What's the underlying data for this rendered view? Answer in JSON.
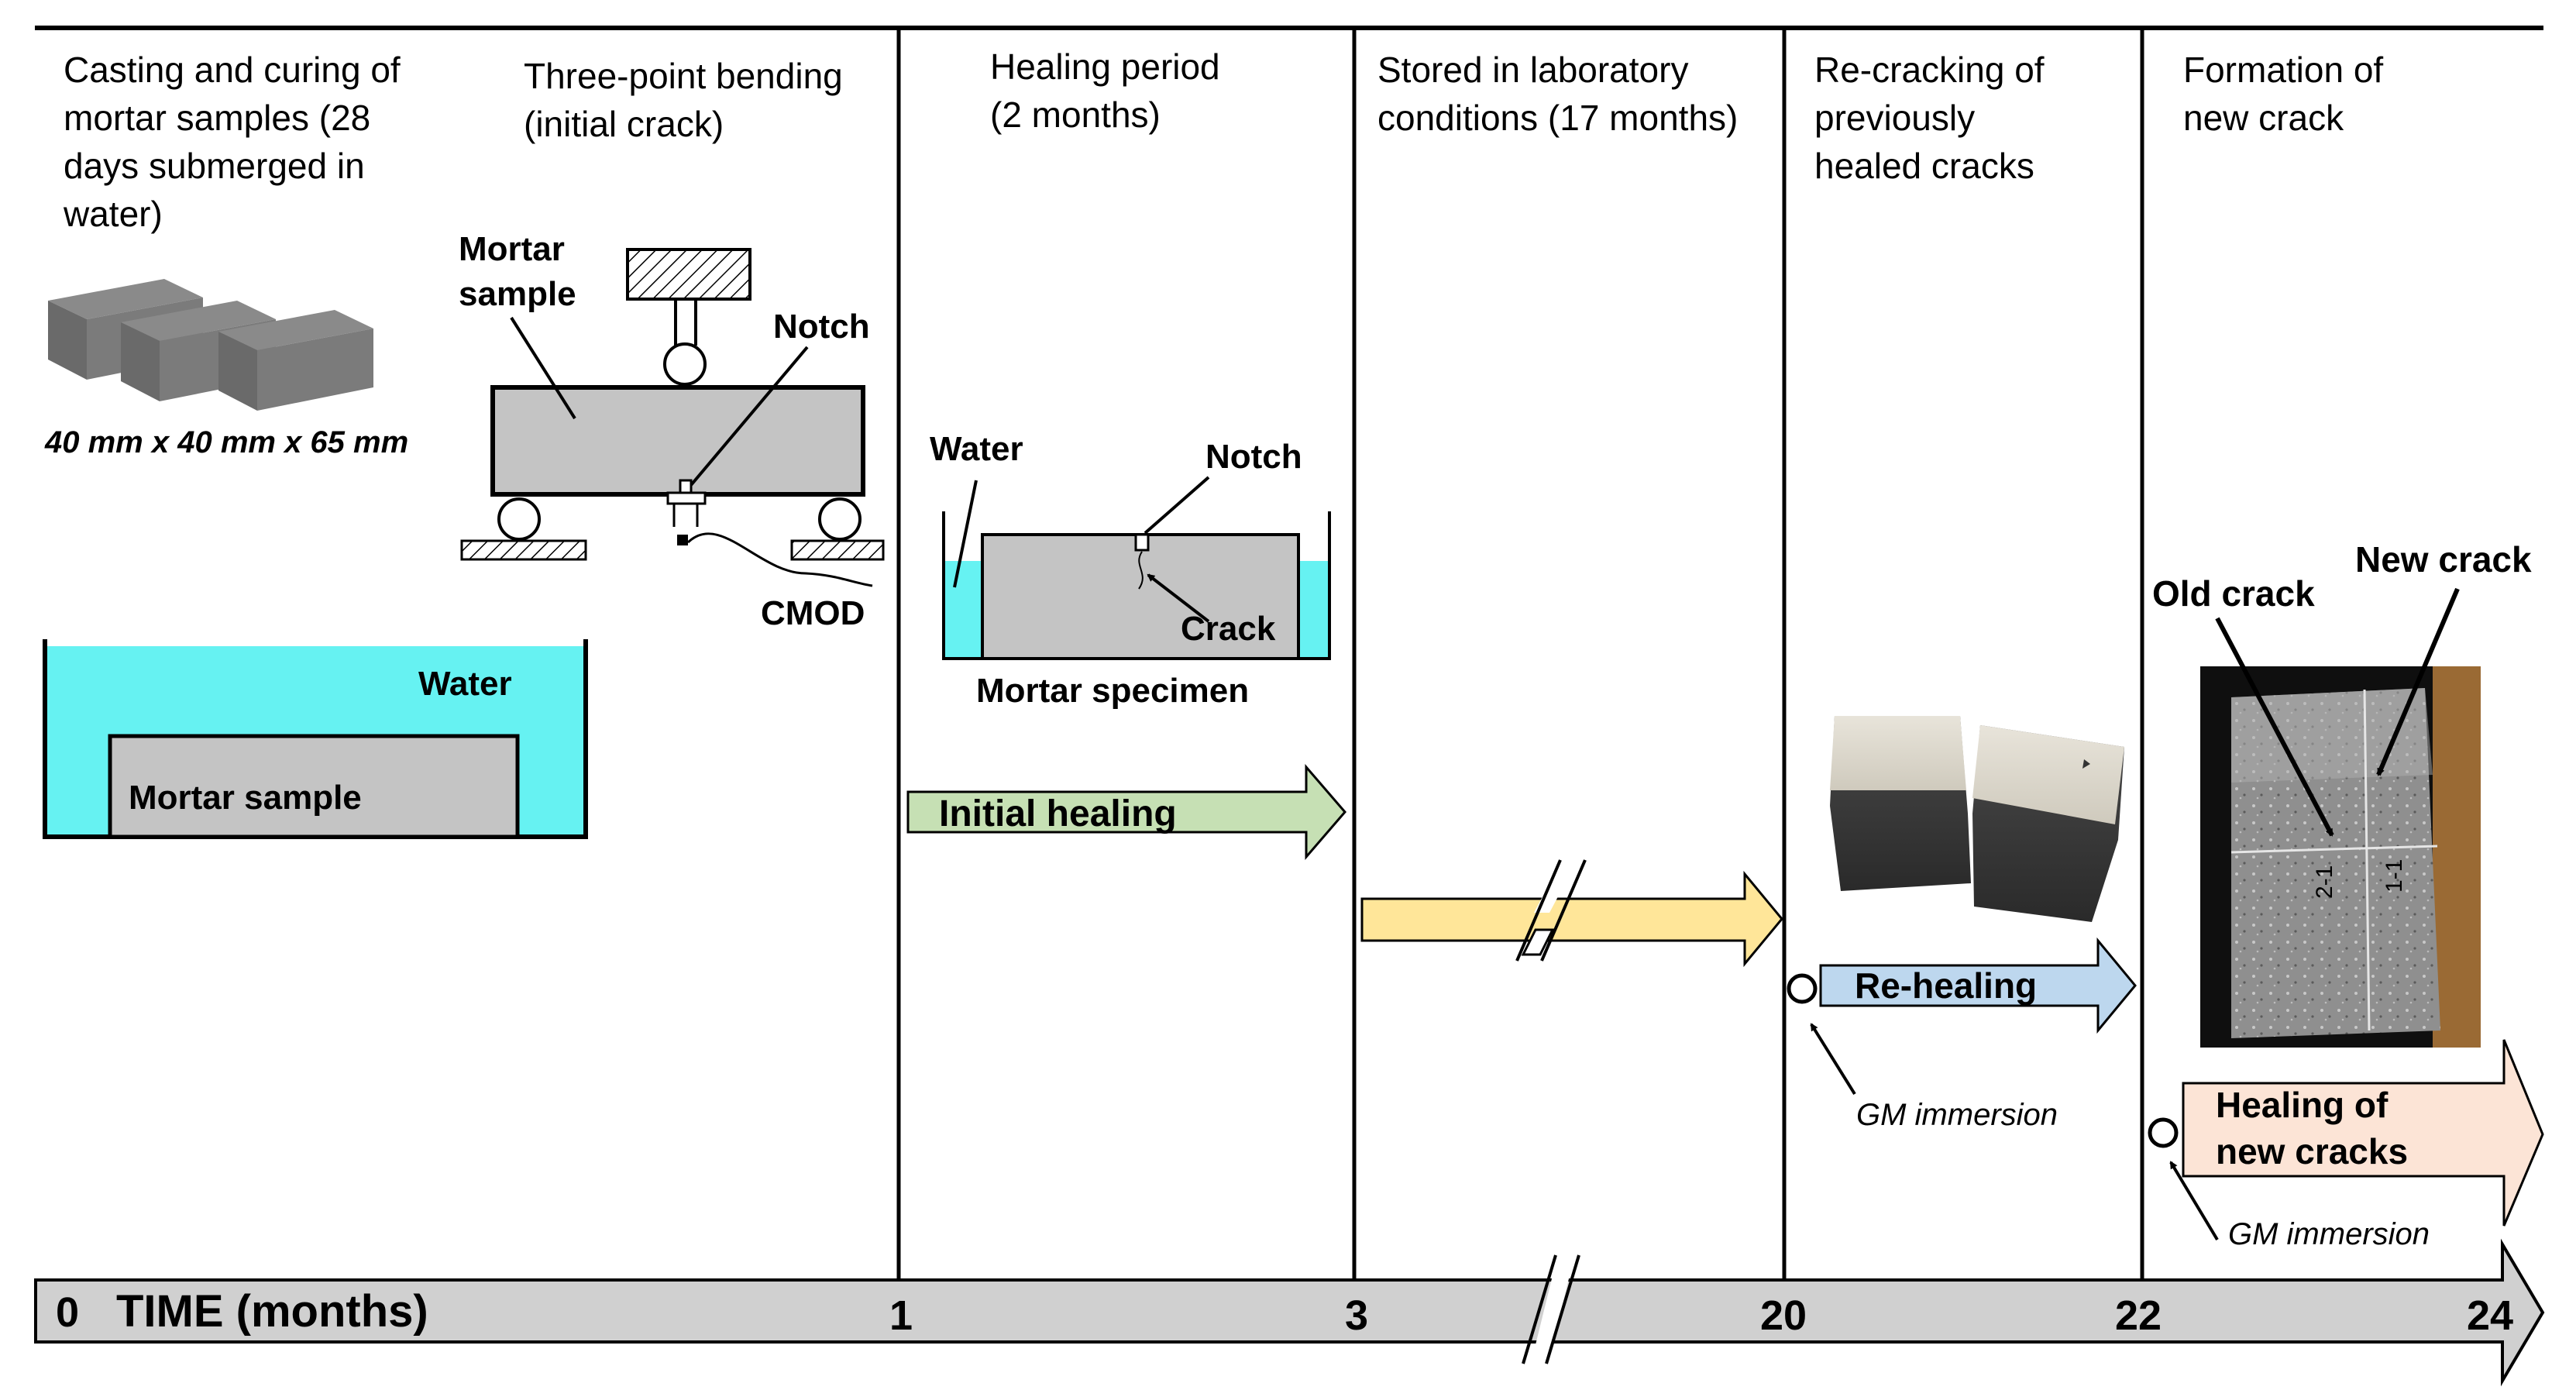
{
  "stages": [
    {
      "lines": [
        "Casting and curing of",
        "mortar samples  (28",
        "days submerged in",
        "water)"
      ]
    },
    {
      "lines": [
        "Three-point bending",
        "(initial crack)"
      ]
    },
    {
      "lines": [
        "Healing period",
        "(2 months)"
      ]
    },
    {
      "lines": [
        "Stored in laboratory",
        "conditions (17 months)"
      ]
    },
    {
      "lines": [
        "Re-cracking of",
        "previously",
        "healed cracks"
      ]
    },
    {
      "lines": [
        "Formation of",
        "new crack"
      ]
    }
  ],
  "casting": {
    "dimension_label": "40 mm x 40 mm x 65 mm",
    "water_label": "Water",
    "sample_label": "Mortar sample"
  },
  "bending": {
    "sample_label_1": "Mortar",
    "sample_label_2": "sample",
    "notch_label": "Notch",
    "cmod_label": "CMOD"
  },
  "healing": {
    "water_label": "Water",
    "notch_label": "Notch",
    "crack_label": "Crack",
    "specimen_label": "Mortar specimen",
    "arrow_label": "Initial healing"
  },
  "rehealing": {
    "arrow_label": "Re-healing",
    "gm_label": "GM immersion"
  },
  "newcrack": {
    "old_crack_label": "Old crack",
    "new_crack_label": "New crack",
    "arrow_label_1": "Healing of",
    "arrow_label_2": "new cracks",
    "gm_label": "GM immersion"
  },
  "timeline": {
    "zero": "0",
    "axis_label": "TIME (months)",
    "ticks": [
      "1",
      "3",
      "20",
      "22",
      "24"
    ]
  },
  "colors": {
    "water": "#66f2f2",
    "mortar": "#c4c4c4",
    "initial_healing": "#c6e0b4",
    "storage": "#ffe699",
    "rehealing": "#bdd7ee",
    "new_healing": "#fce4d6",
    "timeline": "#d0d0d0"
  }
}
